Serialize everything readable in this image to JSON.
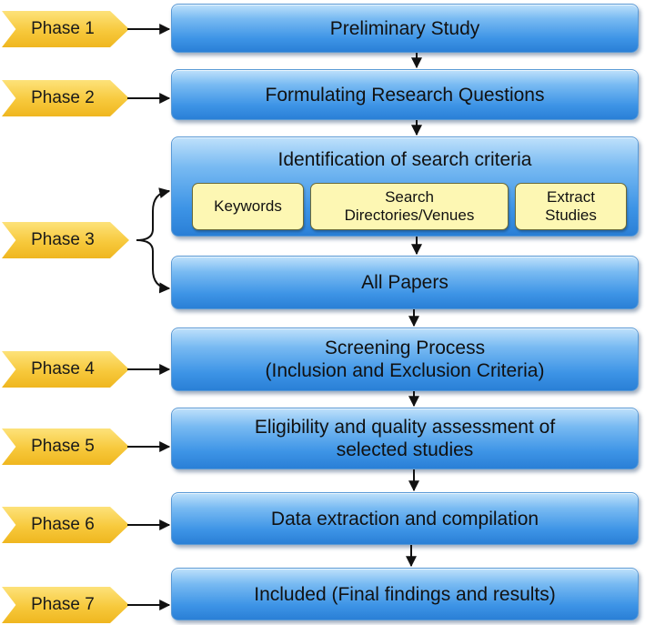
{
  "phases": [
    "Phase 1",
    "Phase 2",
    "Phase 3",
    "Phase 4",
    "Phase 5",
    "Phase 6",
    "Phase 7"
  ],
  "steps": {
    "preliminary": "Preliminary Study",
    "questions": "Formulating Research Questions",
    "criteria": "Identification of search criteria",
    "criteria_items": {
      "keywords": "Keywords",
      "directories_line1": "Search",
      "directories_line2": "Directories/Venues",
      "extract_line1": "Extract",
      "extract_line2": "Studies"
    },
    "all_papers": "All Papers",
    "screening_line1": "Screening Process",
    "screening_line2": "(Inclusion and Exclusion Criteria)",
    "eligibility_line1": "Eligibility and quality assessment of",
    "eligibility_line2": "selected studies",
    "extraction": "Data extraction and compilation",
    "included": "Included (Final findings and results)"
  }
}
